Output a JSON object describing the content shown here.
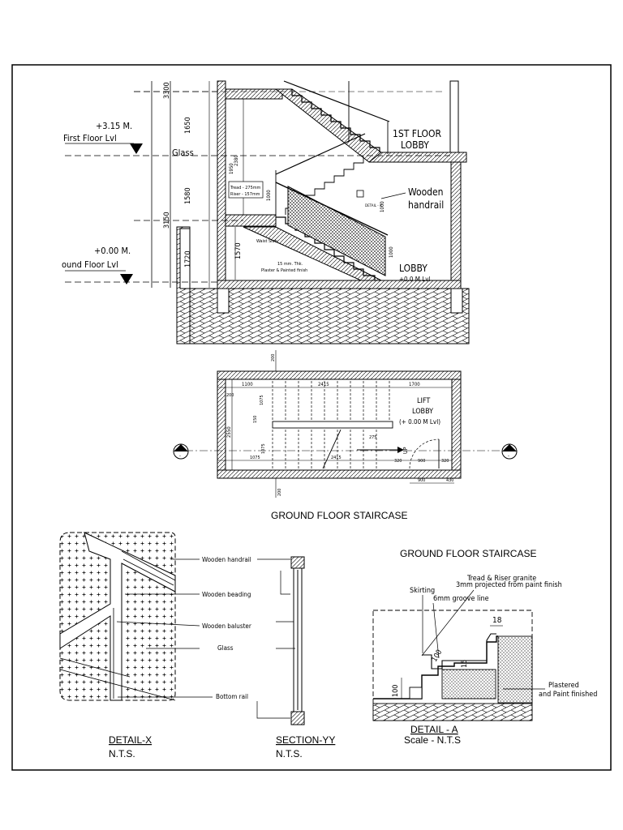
{
  "section": {
    "levels": {
      "first_floor": {
        "value": "+3.15 M.",
        "label": "First Floor Lvl"
      },
      "ground_floor": {
        "value": "+0.00 M.",
        "label": "ound Floor Lvl"
      }
    },
    "dims": {
      "top": "3300",
      "upper_flight": "1650",
      "mid_flight": "1580",
      "lower_flight": "1720",
      "floor_height": "3150",
      "lower_inner": "1570",
      "riser_vert": "2380",
      "small_vert": "1950",
      "rail_h1": "1000",
      "rail_h2": "1000",
      "rail_h3": "1000"
    },
    "labels": {
      "glass": "Glass",
      "tread_note_1": "Tread - 275mm",
      "tread_note_2": "Riser - 157mm",
      "waist_slab": "Waist Slab",
      "finish_1": "15 mm. Thk.",
      "finish_2": "Plaster & Painted finish",
      "lobby_1st_1": "1ST FLOOR",
      "lobby_1st_2": "LOBBY",
      "handrail_1": "Wooden",
      "handrail_2": "handrail",
      "lobby": "LOBBY",
      "lobby_lvl": "+0.0 M Lvl",
      "detail_tag": "DETAIL - X"
    }
  },
  "plan": {
    "dims": {
      "w_left": "1100",
      "w_mid": "2415",
      "w_right": "1700",
      "top_thk": "200",
      "bottom_thk": "200",
      "left_thk": "200",
      "left_h": "2550",
      "upper_flight": "1075",
      "gap": "150",
      "lower_flight": "1075",
      "bottom_left": "1075",
      "bottom_mid": "2415",
      "landing": "275",
      "door_left": "320",
      "door": "900",
      "door_right": "320",
      "door_bottom": "900",
      "door_wall": "430"
    },
    "labels": {
      "lift_1": "LIFT",
      "lift_2": "LOBBY",
      "lift_3": "(+ 0.00 M Lvl)",
      "up": "UP",
      "section_mark": "W",
      "section_sub": "-"
    },
    "title": "GROUND FLOOR STAIRCASE"
  },
  "detail_x": {
    "callouts": [
      "Wooden handrail",
      "Wooden beading",
      "Wooden baluster",
      "Glass",
      "Bottom rail"
    ],
    "title": "DETAIL-X",
    "scale": "N.T.S."
  },
  "section_yy": {
    "title": "SECTION-YY",
    "scale": "N.T.S."
  },
  "detail_a": {
    "heading": "GROUND FLOOR STAIRCASE",
    "notes": {
      "tread_1": "Tread & Riser granite",
      "tread_2": "3mm projected from paint finish",
      "skirting": "Skirting",
      "groove": "6mm groove line",
      "dim_18": "18",
      "dim_100a": "100",
      "dim_15": "15",
      "dim_100b": "100",
      "plaster_1": "Plastered",
      "plaster_2": "and Paint finished"
    },
    "title": "DETAIL - A",
    "scale": "Scale - N.T.S"
  }
}
